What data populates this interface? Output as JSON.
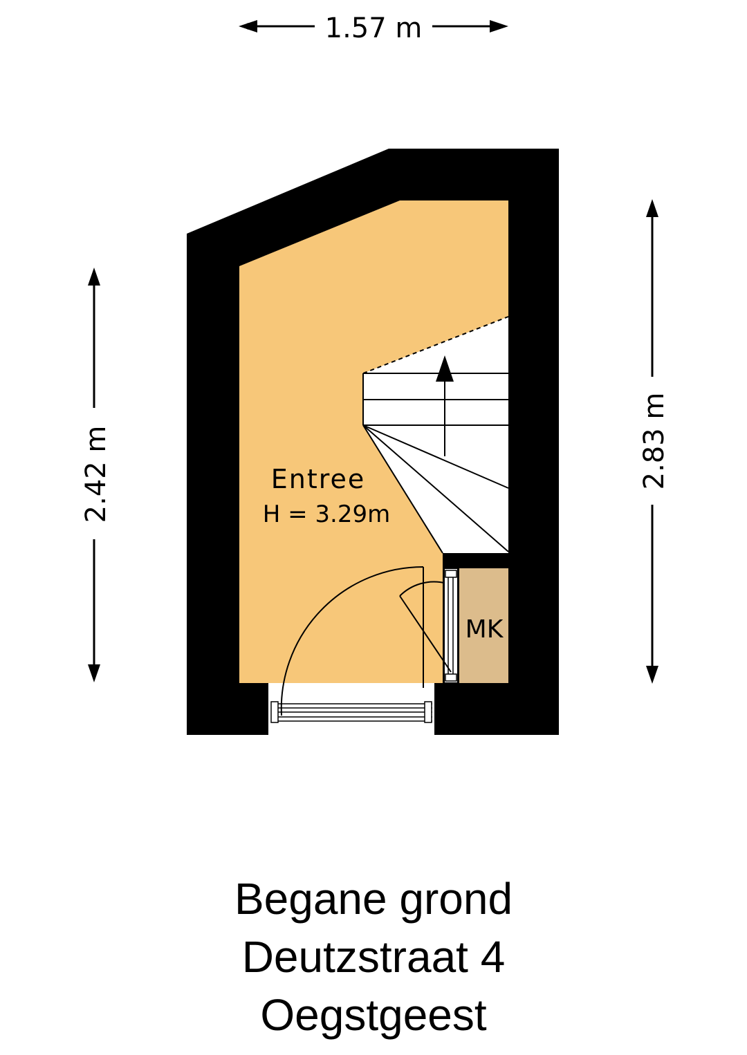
{
  "dimensions": {
    "top_width": "1.57 m",
    "left_height": "2.42 m",
    "right_height": "2.83 m"
  },
  "rooms": {
    "entree": {
      "name": "Entree",
      "height": "H = 3.29m"
    },
    "meterkast": {
      "name": "MK"
    }
  },
  "caption": {
    "floor": "Begane grond",
    "street": "Deutzstraat 4",
    "city": "Oegstgeest"
  },
  "colors": {
    "wall": "#000000",
    "entree_floor": "#f7c779",
    "meterkast_floor": "#dcbc8c",
    "stairs": "#ffffff"
  },
  "icons": [
    "stair-direction-arrow-icon",
    "door-swing-icon"
  ]
}
